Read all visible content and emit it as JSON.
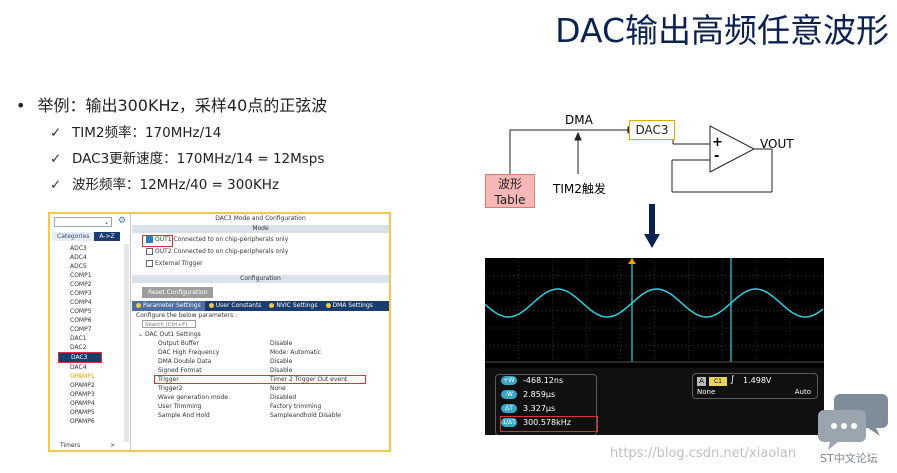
{
  "slide": {
    "title": "DAC输出高频任意波形",
    "bullet": "举例：输出300KHz，采样40点的正弦波",
    "checks": [
      "TIM2频率：170MHz/14",
      "DAC3更新速度：170MHz/14 = 12Msps",
      "波形频率：12MHz/40 = 300KHz"
    ]
  },
  "cube": {
    "search_arrow": "⌄",
    "tabs": [
      "Categories",
      "A->Z"
    ],
    "list": [
      "ADC3",
      "ADC4",
      "ADC5",
      "COMP1",
      "COMP2",
      "COMP3",
      "COMP4",
      "COMP5",
      "COMP6",
      "COMP7",
      "DAC1",
      "DAC2",
      "DAC3",
      "DAC4",
      "OPAMP1",
      "OPAMP2",
      "OPAMP3",
      "OPAMP4",
      "OPAMP5",
      "OPAMP6"
    ],
    "selected": "DAC3",
    "timers": "Timers",
    "header": "DAC3 Mode and Configuration",
    "mode_bar": "Mode",
    "mode_rows": [
      "OUT1 Connected to on chip-peripherals only",
      "OUT2 Connected to on chip-peripherals only",
      "External Trigger"
    ],
    "config_bar": "Configuration",
    "reset_label": "Reset Configuration",
    "cfg_tabs": [
      "Parameter Settings",
      "User Constants",
      "NVIC Settings",
      "DMA Settings"
    ],
    "configure_text": "Configure the below parameters :",
    "search_placeholder": "Search (Ctrl+F)",
    "group": "DAC Out1 Settings",
    "params": [
      {
        "k": "Output Buffer",
        "v": "Disable"
      },
      {
        "k": "DAC High Frequency",
        "v": "Mode: Automatic"
      },
      {
        "k": "DMA Double Data",
        "v": "Disable"
      },
      {
        "k": "Signed Format",
        "v": "Disable"
      },
      {
        "k": "Trigger",
        "v": "Timer 2 Trigger Out event"
      },
      {
        "k": "Trigger2",
        "v": "None"
      },
      {
        "k": "Wave generation mode",
        "v": "Disabled"
      },
      {
        "k": "User Trimming",
        "v": "Factory trimming"
      },
      {
        "k": "Sample And Hold",
        "v": "Sampleandhold Disable"
      }
    ]
  },
  "diagram": {
    "dma": "DMA",
    "dac3": "DAC3",
    "table_line1": "波形",
    "table_line2": "Table",
    "tim2": "TIM2触发",
    "vout": "VOUT",
    "plus": "+",
    "minus": "-"
  },
  "scope": {
    "measurements": [
      {
        "chip": "+W",
        "value": "-468.12ns"
      },
      {
        "chip": "-W",
        "value": "2.859μs"
      },
      {
        "chip": "ΔT",
        "value": "3.327μs"
      },
      {
        "chip": "1/ΔT",
        "value": "300.578kHz"
      }
    ],
    "trigger": {
      "a": "A",
      "source": "C1",
      "edge": "∫",
      "level": "1.498V",
      "coupling": "None",
      "mode": "Auto"
    }
  },
  "footer": {
    "watermark": "https://blog.csdn.net/xiaolan",
    "logo_text": "ST中文论坛"
  },
  "colors": {
    "title": "#0b2250",
    "highlight_red": "#e03030",
    "cube_border": "#f1c94b",
    "wave": "#2fd0e0",
    "table_fill": "#f7b7b7"
  }
}
